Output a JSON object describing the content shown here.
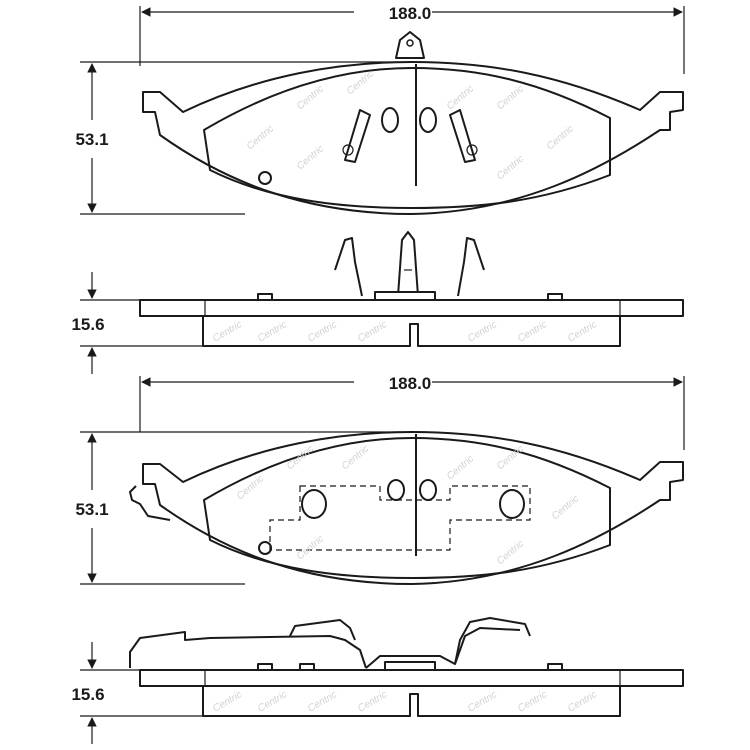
{
  "dimensions": {
    "top_width": "188.0",
    "top_height": "53.1",
    "top_thickness": "15.6",
    "bottom_width": "188.0",
    "bottom_height": "53.1",
    "bottom_thickness": "15.6"
  },
  "watermark": "Centric",
  "colors": {
    "line": "#1a1a1a",
    "watermark": "#d2d2d2",
    "background": "#ffffff"
  }
}
